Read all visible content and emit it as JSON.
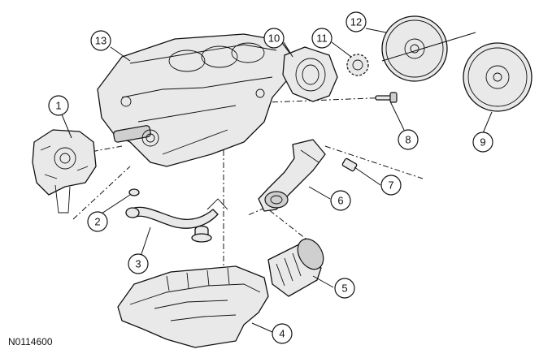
{
  "figure_id": "N0114600",
  "callouts": [
    "1",
    "2",
    "3",
    "4",
    "5",
    "6",
    "7",
    "8",
    "9",
    "10",
    "11",
    "12",
    "13"
  ]
}
